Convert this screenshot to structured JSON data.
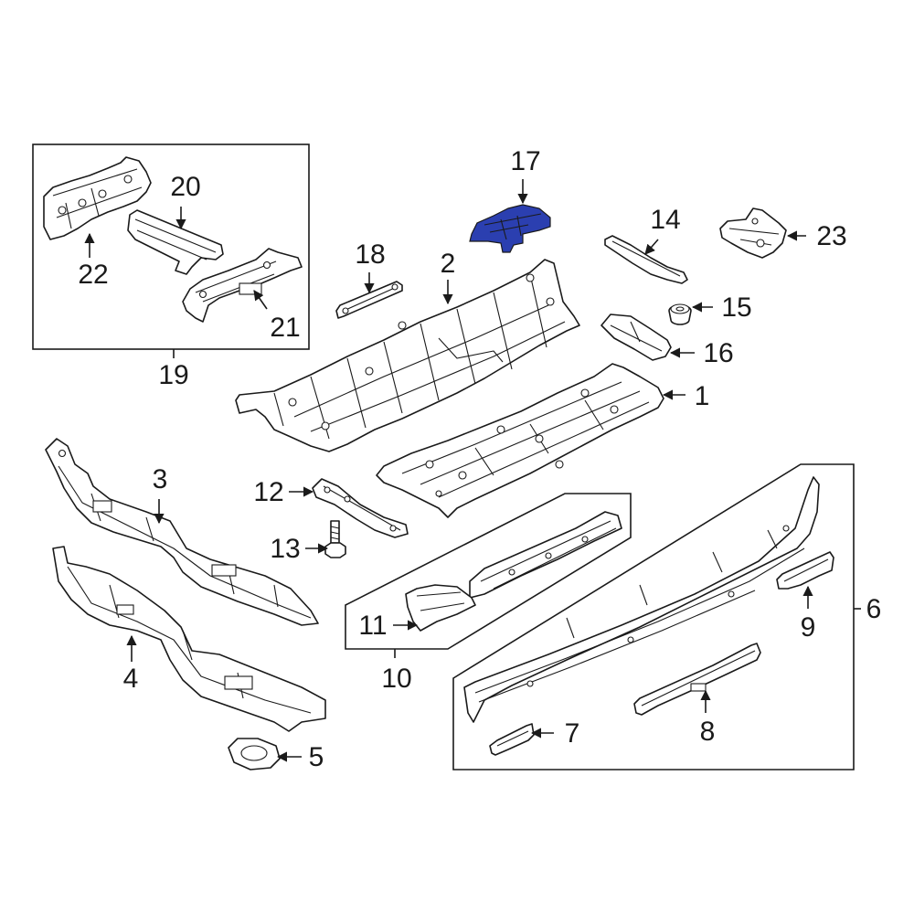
{
  "diagram": {
    "highlight_color": "#2b3fb0",
    "line_color": "#1a1a1a",
    "background": "#ffffff",
    "callouts": [
      {
        "id": "1",
        "label": "1"
      },
      {
        "id": "2",
        "label": "2"
      },
      {
        "id": "3",
        "label": "3"
      },
      {
        "id": "4",
        "label": "4"
      },
      {
        "id": "5",
        "label": "5"
      },
      {
        "id": "6",
        "label": "6"
      },
      {
        "id": "7",
        "label": "7"
      },
      {
        "id": "8",
        "label": "8"
      },
      {
        "id": "9",
        "label": "9"
      },
      {
        "id": "10",
        "label": "10"
      },
      {
        "id": "11",
        "label": "11"
      },
      {
        "id": "12",
        "label": "12"
      },
      {
        "id": "13",
        "label": "13"
      },
      {
        "id": "14",
        "label": "14"
      },
      {
        "id": "15",
        "label": "15"
      },
      {
        "id": "16",
        "label": "16"
      },
      {
        "id": "17",
        "label": "17"
      },
      {
        "id": "18",
        "label": "18"
      },
      {
        "id": "19",
        "label": "19"
      },
      {
        "id": "20",
        "label": "20"
      },
      {
        "id": "21",
        "label": "21"
      },
      {
        "id": "22",
        "label": "22"
      },
      {
        "id": "23",
        "label": "23"
      }
    ],
    "highlighted_part": "17"
  }
}
